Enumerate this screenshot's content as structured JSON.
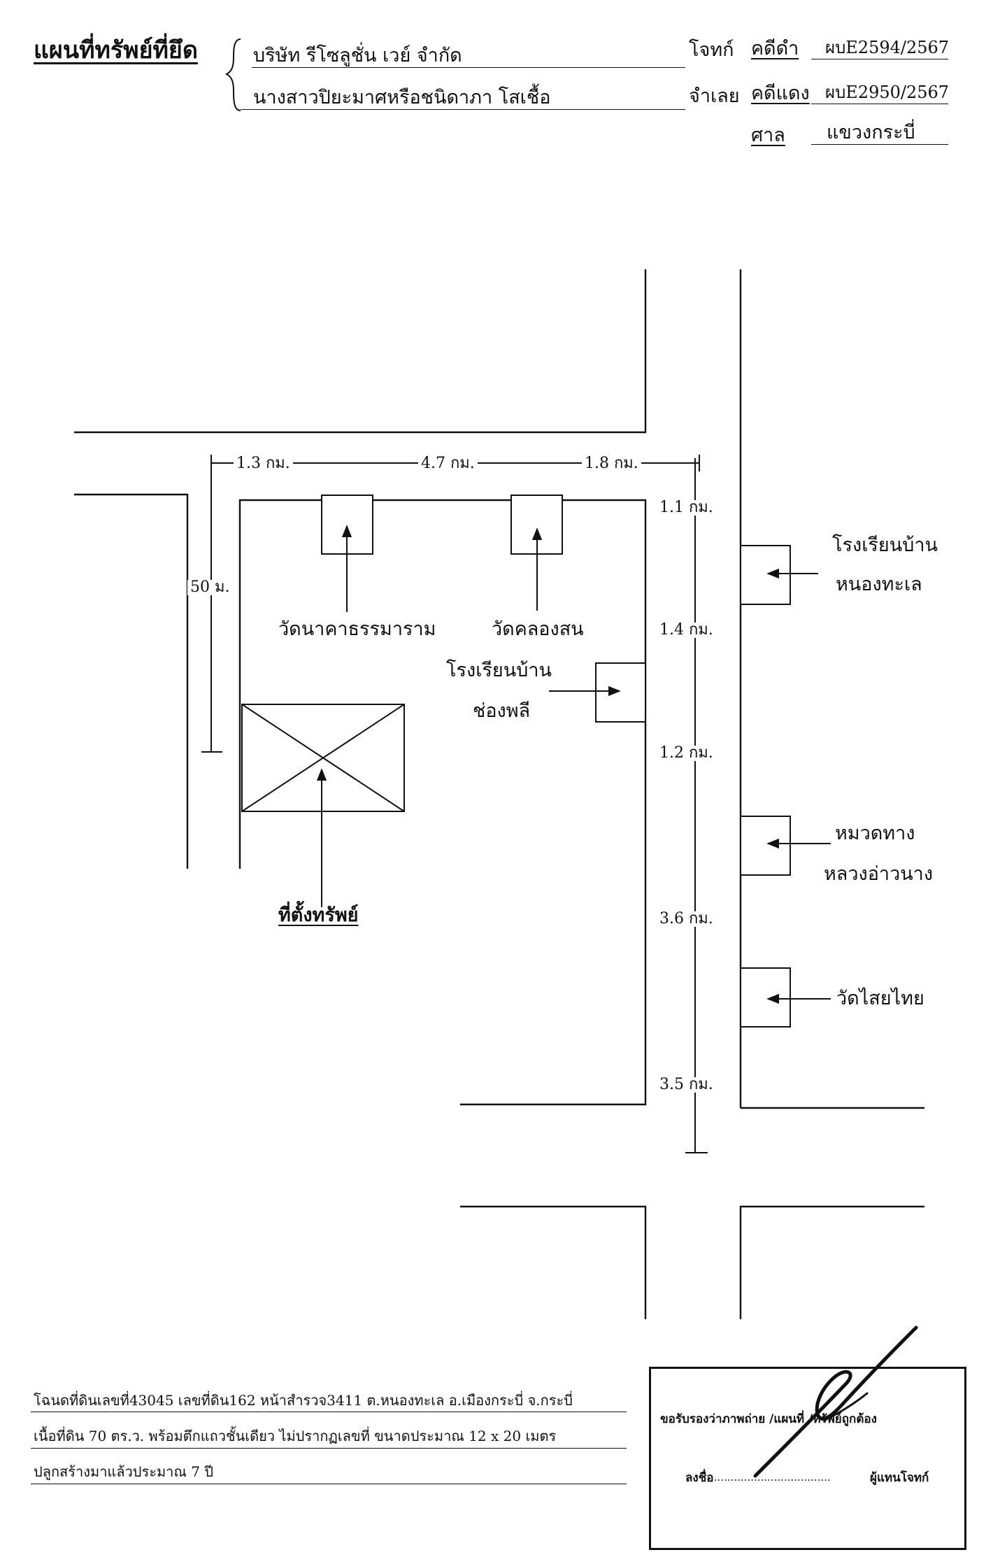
{
  "header": {
    "title": "แผนที่ทรัพย์ที่ยึด",
    "plaintiff_name": "บริษัท รีโซลูชั่น เวย์ จำกัด",
    "plaintiff_role": "โจทก์",
    "defendant_name": "นางสาวปิยะมาศหรือชนิดาภา  โสเชื้อ",
    "defendant_role": "จำเลย",
    "black_case_label": "คดีดำ",
    "black_case_no": "ผบE2594/2567",
    "red_case_label": "คดีแดง",
    "red_case_no": "ผบE2950/2567",
    "court_label": "ศาล",
    "court_name": "แขวงกระบี่"
  },
  "map": {
    "distances": {
      "d_top_1": "1.3 กม.",
      "d_top_2": "4.7 กม.",
      "d_top_3": "1.8 กม.",
      "d_side_1": "50 ม.",
      "d_right_1": "1.1 กม.",
      "d_right_2": "1.4 กม.",
      "d_right_3": "1.2 กม.",
      "d_right_4": "3.6 กม.",
      "d_right_5": "3.5 กม."
    },
    "landmarks": {
      "temple_naka_label": "วัดนาคาธรรมาราม",
      "temple_khlongson_label": "วัดคลองสน",
      "school_chongphli_line1": "โรงเรียนบ้าน",
      "school_chongphli_line2": "ช่องพลี",
      "school_nongthale_line1": "โรงเรียนบ้าน",
      "school_nongthale_line2": "หนองทะเล",
      "highway_unit_line1": "หมวดทาง",
      "highway_unit_line2": "หลวงอ่าวนาง",
      "temple_saithai_label": "วัดไสยไทย",
      "property_label": "ที่ตั้งทรัพย์"
    }
  },
  "footer": {
    "line1": "โฉนดที่ดินเลขที่43045 เลขที่ดิน162 หน้าสำรวจ3411 ต.หนองทะเล อ.เมืองกระบี่ จ.กระบี่",
    "line2": "เนื้อที่ดิน 70 ตร.ว. พร้อมตึกแถวชั้นเดียว ไม่ปรากฏเลขที่ ขนาดประมาณ 12 x 20 เมตร",
    "line3": "ปลูกสร้างมาแล้วประมาณ 7 ปี"
  },
  "certification": {
    "text": "ขอรับรองว่าภาพถ่าย /แผนที่ /ทรัพย์ถูกต้อง",
    "sign_prefix": "ลงชื่อ",
    "sign_dots": "....................................",
    "sign_role": "ผู้แทนโจทก์"
  }
}
